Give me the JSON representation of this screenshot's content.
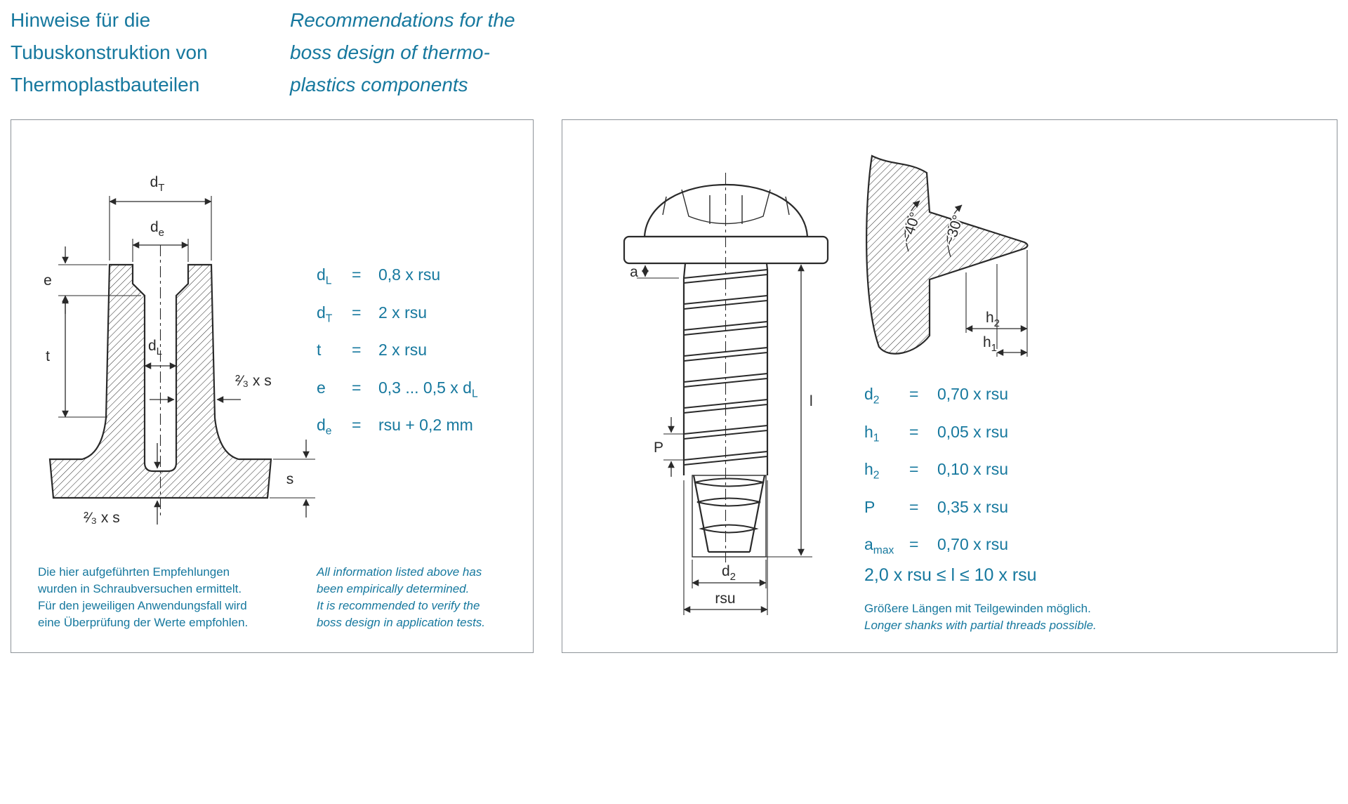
{
  "colors": {
    "accent": "#16789E",
    "line": "#2A2A2A",
    "panel_border": "#8D9399"
  },
  "eq": "=",
  "header": {
    "title_de": {
      "line1": "Hinweise für die",
      "line2": "Tubuskonstruktion von",
      "line3": "Thermoplastbauteilen"
    },
    "title_en": {
      "line1": "Recommendations for the",
      "line2": "boss design of thermo-",
      "line3": "plastics components"
    }
  },
  "boss_panel": {
    "drawing_labels": {
      "dT_base": "d",
      "dT_sub": "T",
      "de_base": "d",
      "de_sub": "e",
      "e": "e",
      "t": "t",
      "dL_base": "d",
      "dL_sub": "L",
      "wall": "²⁄₃ x s",
      "s": "s",
      "bottom": "²⁄₃ x s"
    },
    "formulas": [
      {
        "base": "d",
        "sub": "L",
        "value": "0,8 x rsu",
        "value_sub": ""
      },
      {
        "base": "d",
        "sub": "T",
        "value": "2 x rsu",
        "value_sub": ""
      },
      {
        "base": "t",
        "sub": "",
        "value": "2 x rsu",
        "value_sub": ""
      },
      {
        "base": "e",
        "sub": "",
        "value": "0,3 ... 0,5 x d",
        "value_sub": "L"
      },
      {
        "base": "d",
        "sub": "e",
        "value": "rsu + 0,2 mm",
        "value_sub": ""
      }
    ],
    "note_de": {
      "line1": "Die hier aufgeführten Empfehlungen",
      "line2": "wurden in Schraubversuchen ermittelt.",
      "line3": "Für den jeweiligen Anwendungsfall wird",
      "line4": "eine Überprüfung der Werte empfohlen."
    },
    "note_en": {
      "line1": "All information listed above has",
      "line2": "been empirically determined.",
      "line3": "It is recommended to verify the",
      "line4": "boss design in application tests."
    }
  },
  "screw_panel": {
    "drawing_labels": {
      "a": "a",
      "P": "P",
      "l": "l",
      "d2_base": "d",
      "d2_sub": "2",
      "rsu": "rsu",
      "angle_40": "~40°",
      "angle_30": "~30°",
      "h1_base": "h",
      "h1_sub": "1",
      "h2_base": "h",
      "h2_sub": "2"
    },
    "formulas": [
      {
        "base": "d",
        "sub": "2",
        "value": "0,70 x rsu",
        "value_sub": ""
      },
      {
        "base": "h",
        "sub": "1",
        "value": "0,05 x rsu",
        "value_sub": ""
      },
      {
        "base": "h",
        "sub": "2",
        "value": "0,10 x rsu",
        "value_sub": ""
      },
      {
        "base": "P",
        "sub": "",
        "value": "0,35 x rsu",
        "value_sub": ""
      },
      {
        "base": "a",
        "sub": "max",
        "value": "0,70 x rsu",
        "value_sub": ""
      }
    ],
    "length_rule": "2,0 x rsu ≤ l ≤ 10 x rsu",
    "note_de": "Größere Längen mit Teilgewinden möglich.",
    "note_en": "Longer shanks with partial threads possible."
  }
}
